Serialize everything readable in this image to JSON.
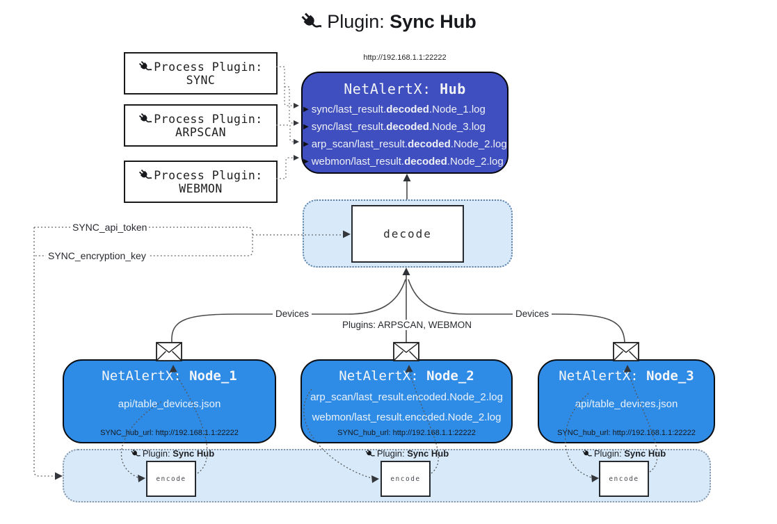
{
  "title": {
    "pre": "Plugin: ",
    "bold": "Sync Hub",
    "icon": "plug-icon"
  },
  "process_plugins": [
    {
      "line1": "Process Plugin:",
      "name": "SYNC"
    },
    {
      "line1": "Process Plugin:",
      "name": "ARPSCAN"
    },
    {
      "line1": "Process Plugin:",
      "name": "WEBMON"
    }
  ],
  "hub": {
    "url": "http://192.168.1.1:22222",
    "title_pre": "NetAlertX: ",
    "title_bold": "Hub",
    "rows": [
      {
        "pre": "sync/last_result.",
        "bold": "decoded",
        "post": ".Node_1.log"
      },
      {
        "pre": "sync/last_result.",
        "bold": "decoded",
        "post": ".Node_3.log"
      },
      {
        "pre": "arp_scan/last_result.",
        "bold": "decoded",
        "post": ".Node_2.log"
      },
      {
        "pre": "webmon/last_result.",
        "bold": "decoded",
        "post": ".Node_2.log"
      }
    ]
  },
  "decode_label": "decode",
  "tokens": {
    "api_token": "SYNC_api_token",
    "encryption_key": "SYNC_encryption_key"
  },
  "edges": {
    "devices_left": "Devices",
    "plugins_center": "Plugins: ARPSCAN, WEBMON",
    "devices_right": "Devices"
  },
  "nodes": [
    {
      "title_pre": "NetAlertX: ",
      "title_bold": "Node_1",
      "lines": [
        "api/table_devices.json"
      ],
      "hub_url": "SYNC_hub_url: http://192.168.1.1:22222"
    },
    {
      "title_pre": "NetAlertX: ",
      "title_bold": "Node_2",
      "lines": [
        "arp_scan/last_result.encoded.Node_2.log",
        "webmon/last_result.encoded.Node_2.log"
      ],
      "hub_url": "SYNC_hub_url: http://192.168.1.1:22222"
    },
    {
      "title_pre": "NetAlertX: ",
      "title_bold": "Node_3",
      "lines": [
        "api/table_devices.json"
      ],
      "hub_url": "SYNC_hub_url: http://192.168.1.1:22222"
    }
  ],
  "sync_groups": [
    {
      "label_pre": "Plugin: ",
      "label_bold": "Sync Hub",
      "box_label": "encode"
    },
    {
      "label_pre": "Plugin: ",
      "label_bold": "Sync Hub",
      "box_label": "encode"
    },
    {
      "label_pre": "Plugin: ",
      "label_bold": "Sync Hub",
      "box_label": "encode"
    }
  ],
  "icons": {
    "plug": "plug-icon",
    "envelope": "envelope-icon",
    "row_marker": "arrow-right-icon"
  },
  "colors": {
    "hub_fill": "#3f4fbf",
    "node_fill": "#2e8ce6",
    "panel_fill": "#d8eafa",
    "line": "#4a4a4a",
    "dotted_line": "#666666"
  }
}
